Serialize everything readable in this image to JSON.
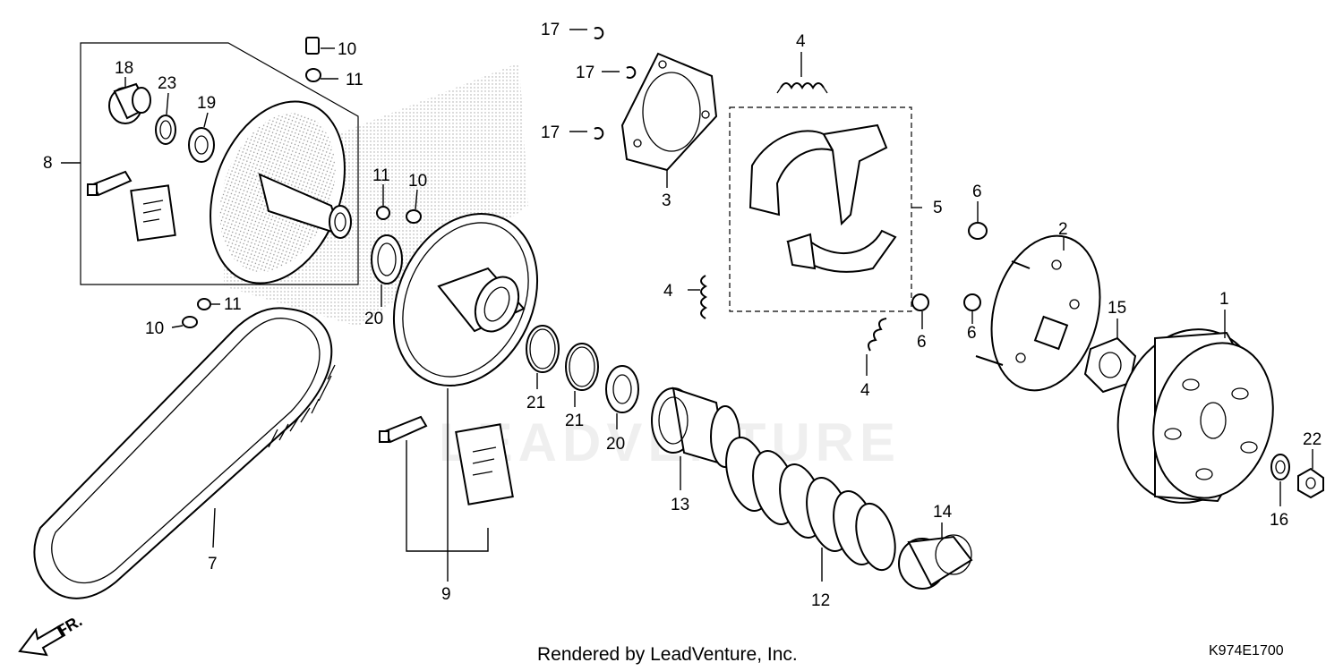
{
  "callouts": [
    "1",
    "2",
    "3",
    "4",
    "4",
    "4",
    "5",
    "6",
    "6",
    "6",
    "7",
    "8",
    "9",
    "10",
    "10",
    "10",
    "11",
    "11",
    "11",
    "12",
    "13",
    "14",
    "15",
    "16",
    "17",
    "17",
    "17",
    "18",
    "19",
    "20",
    "20",
    "21",
    "21",
    "22",
    "23"
  ],
  "footer": {
    "credit": "Rendered by LeadVenture, Inc.",
    "code": "K974E1700"
  },
  "direction_label": "FR.",
  "watermark": "LEADVENTURE",
  "colors": {
    "line": "#000000",
    "background": "#ffffff"
  }
}
